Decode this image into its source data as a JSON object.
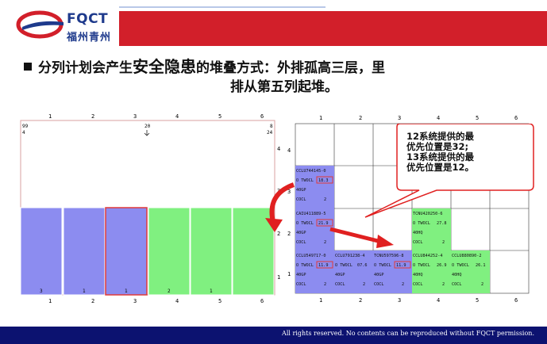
{
  "header": {
    "logo_text": "FQCT",
    "logo_subtext": "福州青州",
    "headline_prefix": "分列计划会产生",
    "headline_emphasis": "安全隐患",
    "headline_suffix": "的堆叠方式：外排孤高三层，里",
    "headline_line2": "排从第五列起堆。"
  },
  "left_panel": {
    "col_labels": [
      "1",
      "2",
      "3",
      "4",
      "5",
      "6"
    ],
    "row_labels": [
      "4",
      "3",
      "2",
      "1"
    ],
    "corner_top_left": "99",
    "corner_sub_left": "4",
    "marker_value": "20",
    "corner_top_right": "8",
    "corner_sub_right": "24",
    "bar_labels": [
      "3",
      "1",
      "1",
      "2",
      "1",
      ""
    ]
  },
  "right_panel": {
    "col_labels": [
      "1",
      "2",
      "3",
      "4",
      "5",
      "6"
    ],
    "row_labels": [
      "4",
      "3",
      "2",
      "1"
    ],
    "containers": [
      {
        "id": "CCLU744145-0",
        "status": "O TWOCL",
        "value": "18.3",
        "size": "40GP",
        "cat": "COCL",
        "n": "2"
      },
      {
        "id": "CAIU411889-5",
        "status": "O TWOCL",
        "value": "21.9",
        "size": "40GP",
        "cat": "COCL",
        "n": "2"
      },
      {
        "id": "TCNU420250-6",
        "status": "O TWOCL",
        "value": "27.8",
        "size": "40HQ",
        "cat": "COCL",
        "n": "2"
      },
      {
        "id": "CCLU549717-0",
        "status": "O TWOCL",
        "value": "11.9",
        "size": "40GP",
        "cat": "COCL",
        "n": "2"
      },
      {
        "id": "CCLU791238-4",
        "status": "O TWOCL",
        "value": "07.6",
        "size": "40GP",
        "cat": "COCL",
        "n": "2"
      },
      {
        "id": "TCNU597596-8",
        "status": "O TWOCL",
        "value": "11.9",
        "size": "40GP",
        "cat": "COCL",
        "n": "2"
      },
      {
        "id": "CCLU844252-4",
        "status": "O TWOCL",
        "value": "26.9",
        "size": "40HQ",
        "cat": "COCL",
        "n": "2"
      },
      {
        "id": "CCLU880890-2",
        "status": "O TWOCL",
        "value": "26.1",
        "size": "40HQ",
        "cat": "COCL",
        "n": "2"
      }
    ]
  },
  "callout": {
    "line1": "12系统提供的最",
    "line2": "优先位置是32;",
    "line3": "13系统提供的最",
    "line4": "优先位置是12。"
  },
  "footer": {
    "text": "All rights reserved. No contents can be reproduced without FQCT permission."
  },
  "colors": {
    "brand_red": "#d21f2a",
    "brand_blue": "#1e3a8c",
    "footer_navy": "#0c1270",
    "stack_blue": "#8c8cf0",
    "stack_green": "#80f080"
  }
}
